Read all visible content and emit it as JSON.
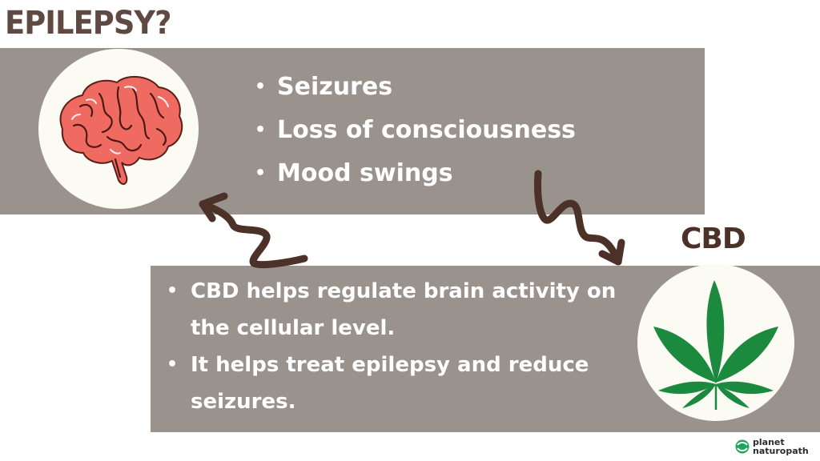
{
  "header": {
    "title": "EPILEPSY?"
  },
  "epilepsy_panel": {
    "icon": "brain-icon",
    "symptoms": [
      "Seizures",
      "Loss of consciousness",
      "Mood swings"
    ]
  },
  "cbd_panel": {
    "label": "CBD",
    "icon": "cannabis-leaf-icon",
    "points": [
      "CBD helps regulate brain activity on the cellular level.",
      "It helps treat epilepsy and reduce seizures."
    ]
  },
  "arrows": [
    "squiggle-arrow-up-left-icon",
    "squiggle-arrow-down-right-icon"
  ],
  "logo": {
    "line1": "planet",
    "line2": "naturopath",
    "icon": "planet-naturopath-logo-icon"
  },
  "colors": {
    "panel": "#9a928d",
    "title": "#5e4a43",
    "cbd_label": "#4b3127",
    "arrow": "#4b3127",
    "brain": "#ef6b62",
    "leaf": "#1b8a3f",
    "circle": "#fbfaf3",
    "logo": "#1ea65a"
  }
}
